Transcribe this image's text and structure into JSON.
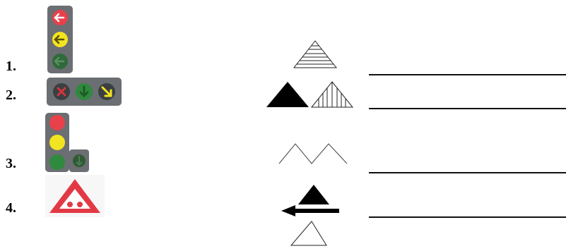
{
  "items": [
    {
      "number": "1.",
      "sign_icon": "vertical-traffic-light-with-arrows-icon",
      "symbol_icon": "striped-triangle-icon"
    },
    {
      "number": "2.",
      "sign_icon": "horizontal-signal-panel-icon",
      "symbol_icon": "solid-and-hatched-triangles-icon"
    },
    {
      "number": "3.",
      "sign_icon": "traffic-light-with-green-arrow-section-icon",
      "symbol_icon": "double-outline-triangles-icon"
    },
    {
      "number": "4.",
      "sign_icon": "red-warning-triangle-sign-icon",
      "symbol_icon": "triangles-with-arrow-icon"
    }
  ],
  "colors": {
    "signal_body": "#6b6e72",
    "red": "#e8414a",
    "yellow": "#f2e421",
    "green": "#2f8a3e",
    "warning_red": "#e23a45",
    "line": "#111111"
  }
}
